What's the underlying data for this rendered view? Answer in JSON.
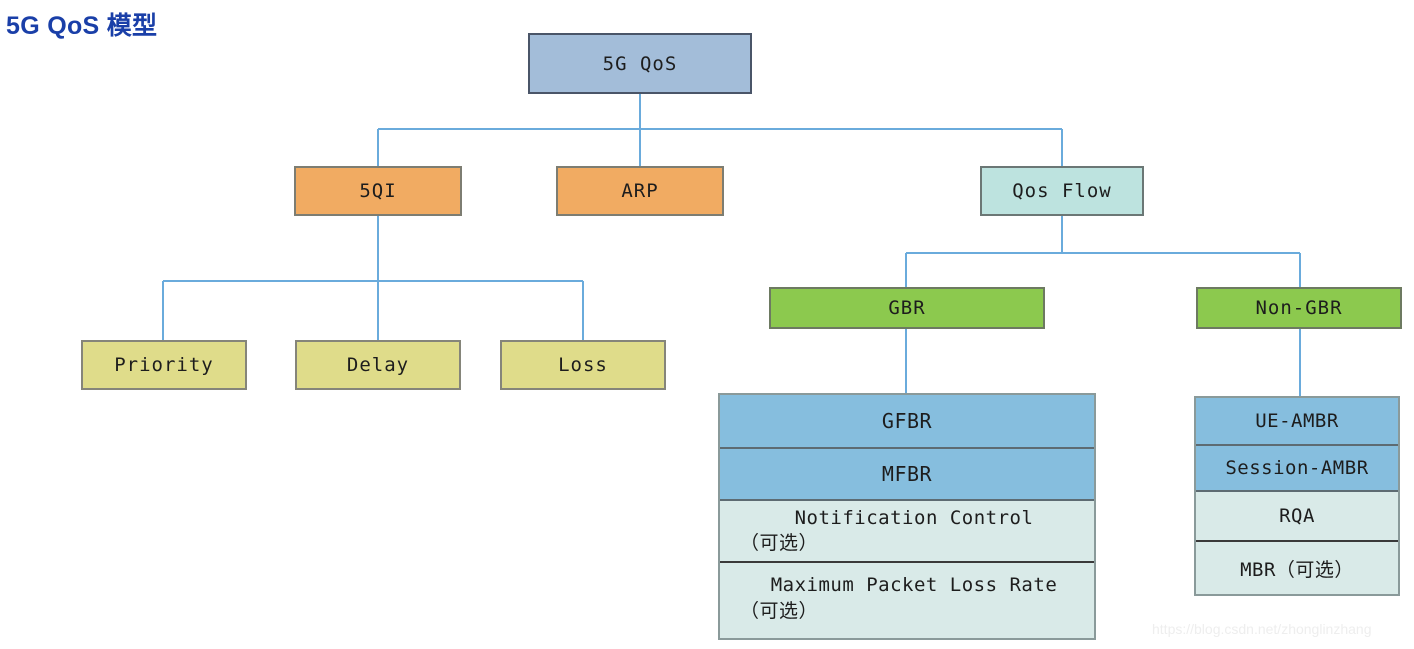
{
  "page": {
    "title": "5G QoS 模型",
    "title_color": "#1a3fa8",
    "watermark": "https://blog.csdn.net/zhonglinzhang",
    "background": "#ffffff"
  },
  "palette": {
    "root_fill": "#a3bdd9",
    "orange_fill": "#f1ab62",
    "teal_fill": "#bde3df",
    "khaki_fill": "#dfdc8a",
    "green_fill": "#8cc94e",
    "attr_blue_fill": "#86bede",
    "attr_mint_fill": "#d9eae8",
    "connector": "#6aabdc"
  },
  "diagram": {
    "type": "tree",
    "root": {
      "label": "5G QoS"
    },
    "level2": [
      {
        "label": "5QI"
      },
      {
        "label": "ARP"
      },
      {
        "label": "Qos Flow"
      }
    ],
    "qi_children": [
      {
        "label": "Priority"
      },
      {
        "label": "Delay"
      },
      {
        "label": "Loss"
      }
    ],
    "flow_children": [
      {
        "label": "GBR"
      },
      {
        "label": "Non-GBR"
      }
    ],
    "gbr_attributes": [
      {
        "label": "GFBR",
        "style": "blue",
        "line1": "GFBR",
        "line2": ""
      },
      {
        "label": "MFBR",
        "style": "blue",
        "line1": "MFBR",
        "line2": ""
      },
      {
        "label": "Notification Control（可选）",
        "style": "mint",
        "line1": "Notification Control",
        "line2": "（可选）"
      },
      {
        "label": "Maximum Packet Loss Rate（可选）",
        "style": "mint",
        "line1": "Maximum Packet Loss Rate",
        "line2": "（可选）"
      }
    ],
    "nongbr_attributes": [
      {
        "label": "UE-AMBR",
        "style": "blue",
        "line1": "UE-AMBR",
        "line2": ""
      },
      {
        "label": "Session-AMBR",
        "style": "blue",
        "line1": "Session-AMBR",
        "line2": ""
      },
      {
        "label": "RQA",
        "style": "mint",
        "line1": "RQA",
        "line2": ""
      },
      {
        "label": "MBR（可选）",
        "style": "mint",
        "line1": "MBR（可选）",
        "line2": ""
      }
    ]
  }
}
